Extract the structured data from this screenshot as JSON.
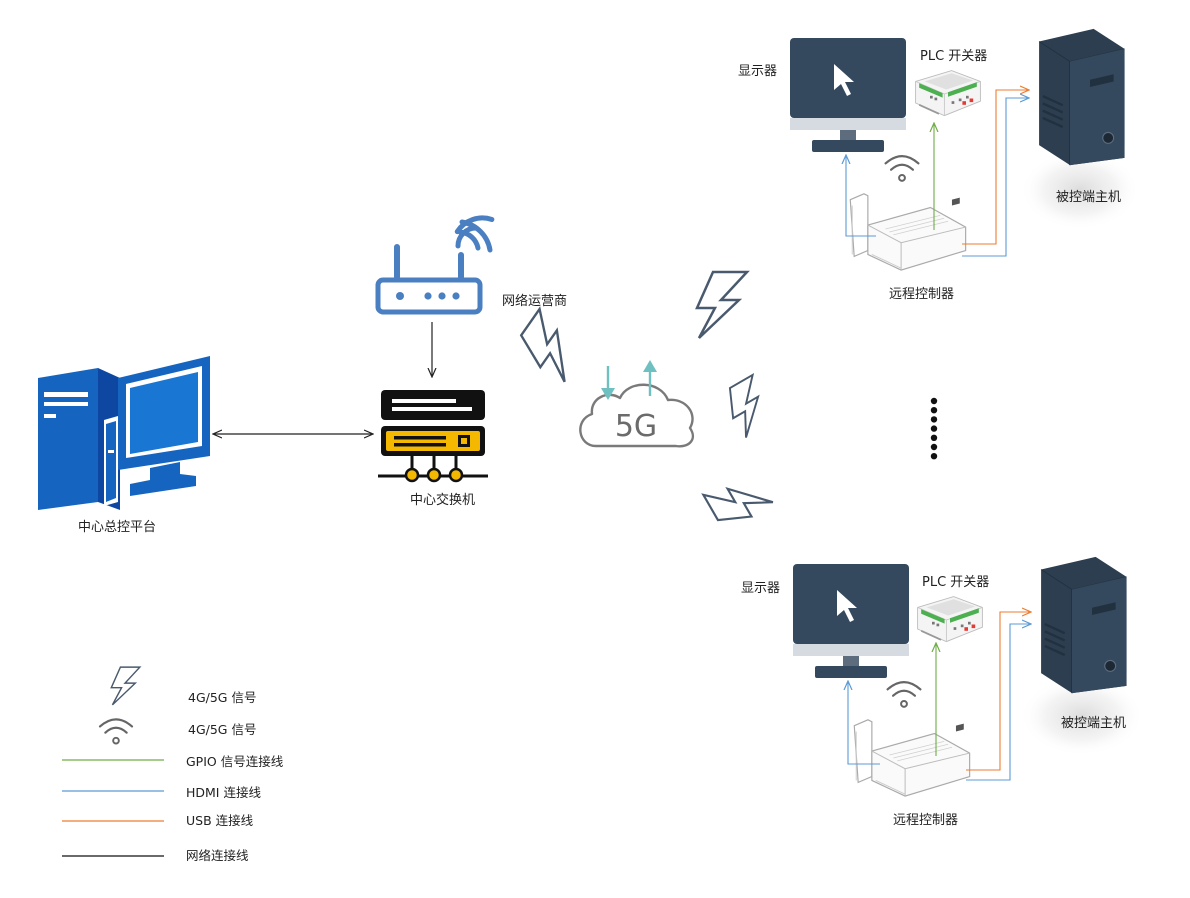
{
  "labels": {
    "central_platform": "中心总控平台",
    "central_switch": "中心交换机",
    "carrier": "网络运营商",
    "cloud_5g": "5G",
    "ellipsis_dots": 7,
    "site_top": {
      "monitor": "显示器",
      "plc_switch": "PLC 开关器",
      "controlled_host": "被控端主机",
      "remote_controller": "远程控制器"
    },
    "site_bottom": {
      "monitor": "显示器",
      "plc_switch": "PLC 开关器",
      "controlled_host": "被控端主机",
      "remote_controller": "远程控制器"
    }
  },
  "legend": {
    "items": [
      {
        "icon": "lightning-icon",
        "label": "4G/5G 信号"
      },
      {
        "icon": "wifi-icon",
        "label": "4G/5G 信号"
      },
      {
        "icon": "line",
        "color": "#70ad47",
        "label": "GPIO 信号连接线"
      },
      {
        "icon": "line",
        "color": "#5b9bd5",
        "label": "HDMI 连接线"
      },
      {
        "icon": "line",
        "color": "#ed7d31",
        "label": "USB 连接线"
      },
      {
        "icon": "line",
        "color": "#000000",
        "label": "网络连接线"
      }
    ]
  },
  "colors": {
    "pc_blue": "#1565c0",
    "router_blue": "#4a7fc1",
    "switch_yellow": "#f5b800",
    "signal_slate": "#4a5a6e",
    "cloud_gray": "#7a7a7a",
    "arrow_teal": "#6fc0c0",
    "monitor_dark": "#34495e",
    "gpio_green": "#70ad47",
    "hdmi_blue": "#5b9bd5",
    "usb_orange": "#ed7d31"
  }
}
